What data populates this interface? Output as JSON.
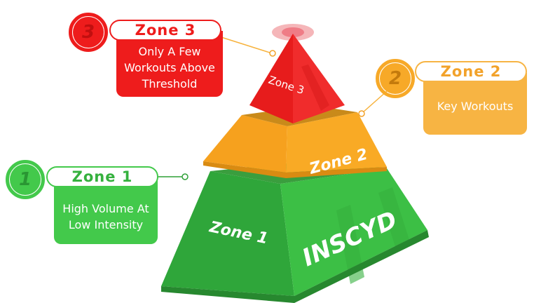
{
  "pyramid": {
    "zone3_face": "Zone 3",
    "zone2_face": "Zone 2",
    "zone1_face": "Zone 1",
    "logo": "INSCYD"
  },
  "callouts": {
    "zone3": {
      "badge": "3",
      "title": "Zone 3",
      "text": "Only A Few Workouts Above Threshold"
    },
    "zone2": {
      "badge": "2",
      "title": "Zone 2",
      "text": "Key Workouts"
    },
    "zone1": {
      "badge": "1",
      "title": "Zone 1",
      "text": "High Volume At Low Intensity"
    }
  },
  "colors": {
    "zone3": "#ee1c1c",
    "zone2": "#f7a928",
    "zone1": "#43c94b"
  }
}
